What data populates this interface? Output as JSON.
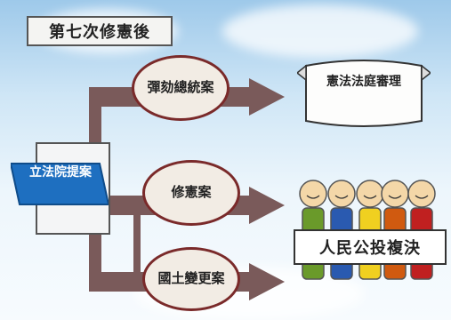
{
  "title": "第七次修憲後",
  "source": {
    "label": "立法院提案"
  },
  "branches": [
    {
      "label": "彈劾總統案",
      "target": "憲法法庭審理"
    },
    {
      "label": "修憲案",
      "target": "人民公投複決"
    },
    {
      "label": "國土變更案",
      "target": "人民公投複決"
    }
  ],
  "targets": {
    "court": "憲法法庭審理",
    "referendum": "人民公投複決"
  },
  "colors": {
    "arrow": "#7a5a5a",
    "ellipse_border": "#7a2a2a",
    "banner": "#1e6fc0",
    "people": [
      "#6a9a2a",
      "#2a5ab0",
      "#f0d020",
      "#d05a10",
      "#c02020"
    ]
  }
}
